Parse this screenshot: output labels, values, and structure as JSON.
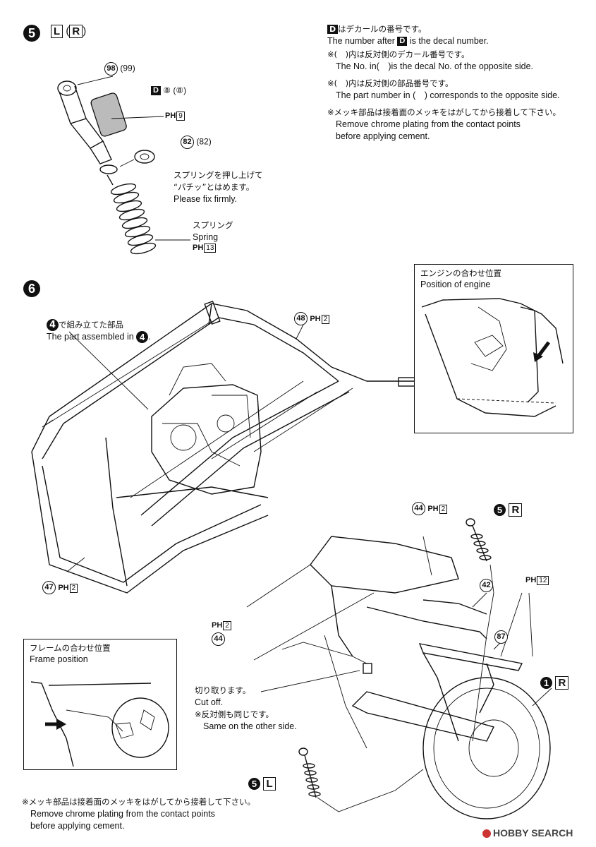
{
  "step5": {
    "number": "5",
    "left_letter": "L",
    "right_letter": "R",
    "paren_open": "(",
    "paren_close": ")",
    "part_98": "98",
    "part_99": "(99)",
    "decal_letter": "D",
    "decal_8": "⑧ (⑧)",
    "ph_9": "9",
    "part_82": "82",
    "part_82_opp": "(82)",
    "spring_fit_jp1": "スプリングを押し上げて",
    "spring_fit_jp2": "“パチッ”とはめます。",
    "spring_fit_en": "Please fix firmly.",
    "spring_jp": "スプリング",
    "spring_en": "Spring",
    "ph_13": "13"
  },
  "notes": {
    "decal_jp": "はデカールの番号です。",
    "decal_en_pre": "The number after",
    "decal_en_post": "is the decal number.",
    "decal_letter": "D",
    "opp_decal_jp": "※(　)内は反対側のデカール番号です。",
    "opp_decal_en": "The No. in(　)is the decal No. of the opposite side.",
    "opp_part_jp": "※(　)内は反対側の部品番号です。",
    "opp_part_en": "The part number in (　) corresponds to the opposite side.",
    "chrome_jp": "※メッキ部品は接着面のメッキをはがしてから接着して下さい。",
    "chrome_en1": "Remove chrome plating from the contact points",
    "chrome_en2": "before applying cement."
  },
  "step6": {
    "number": "6",
    "assembled_jp": "で組み立てた部品",
    "assembled_en": "The part assembled in",
    "assembled_ref": "4",
    "part_48": "48",
    "ph_2a": "2",
    "part_47": "47",
    "ph_2b": "2",
    "engine_box_jp": "エンジンの合わせ位置",
    "engine_box_en": "Position of engine",
    "part_44_top": "44",
    "ph_2c": "2",
    "ref5_right": "5",
    "ref5_right_letter": "R",
    "part_42": "42",
    "ph_12": "12",
    "ph_2d": "2",
    "part_44_left": "44",
    "part_87": "87",
    "ref1": "1",
    "ref1_letter": "R",
    "frame_box_jp": "フレームの合わせ位置",
    "frame_box_en": "Frame position",
    "cutoff_jp": "切り取ります。",
    "cutoff_en": "Cut off.",
    "same_jp": "※反対側も同じです。",
    "same_en": "Same on the other side.",
    "ref5_left": "5",
    "ref5_left_letter": "L",
    "chrome_jp": "※メッキ部品は接着面のメッキをはがしてから接着して下さい。",
    "chrome_en1": "Remove chrome plating from the contact points",
    "chrome_en2": "before applying cement."
  },
  "ph_label": "PH",
  "watermark": "HOBBY SEARCH"
}
